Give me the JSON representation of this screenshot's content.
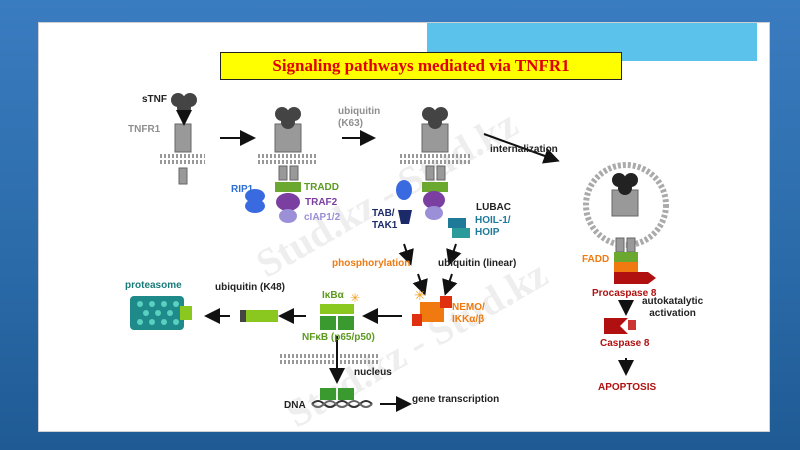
{
  "title": "Signaling pathways mediated via TNFR1",
  "labels": {
    "stnf": "sTNF",
    "tnfr1": "TNFR1",
    "ubiquitin_k63": "ubiquitin\n(K63)",
    "internalization": "internalization",
    "rip1": "RIP1",
    "tradd": "TRADD",
    "traf2": "TRAF2",
    "ciap": "cIAP1/2",
    "tab_tak": "TAB/\nTAK1",
    "lubac": "LUBAC",
    "hoil": "HOIL-1/\nHOIP",
    "phosphorylation": "phosphorylation",
    "ubiquitin_linear": "ubiquitin (linear)",
    "fadd": "FADD",
    "procaspase": "Procaspase 8",
    "proteasome": "proteasome",
    "ubiquitin_k48": "ubiquitin (K48)",
    "ikba": "IκBα",
    "nfkb": "NFκB (p65/p50)",
    "nemo": "NEMO/\nIKKα/β",
    "autocatalytic": "autokatalytic\nactivation",
    "caspase8": "Caspase 8",
    "nucleus": "nucleus",
    "dna": "DNA",
    "gene_transcription": "gene transcription",
    "apoptosis": "APOPTOSIS"
  },
  "watermark": "Stud.kz - Stud.kz",
  "colors": {
    "background": "#2a6aa8",
    "top_box": "#5bc2ec",
    "title_bg": "#ffff00",
    "title_text": "#e00000"
  }
}
